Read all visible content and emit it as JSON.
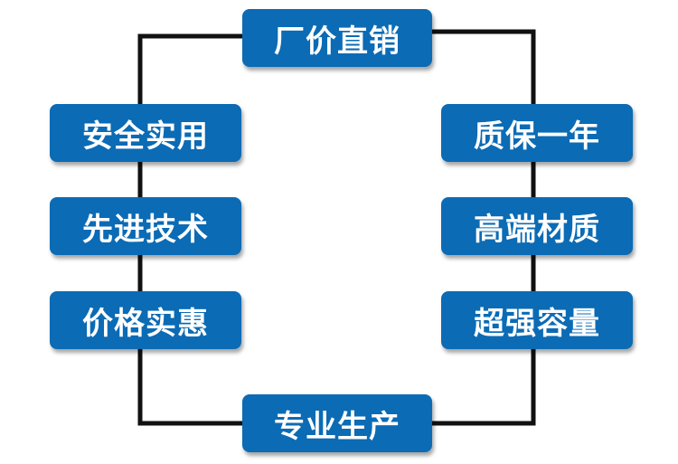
{
  "style": {
    "box_color": "#0b6bb5",
    "line_color": "#111111",
    "text_color": "#ffffff"
  },
  "diagram": {
    "top": "厂价直销",
    "left": [
      "安全实用",
      "先进技术",
      "价格实惠"
    ],
    "right": [
      "质保一年",
      "高端材质",
      "超强容量"
    ],
    "bottom": "专业生产"
  }
}
